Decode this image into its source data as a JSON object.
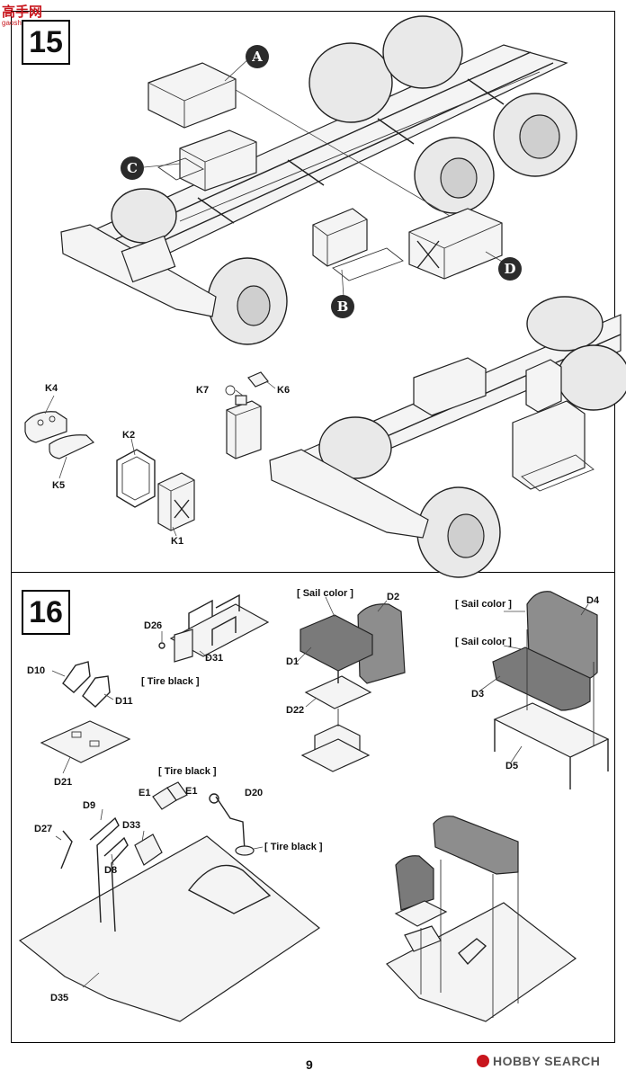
{
  "watermark": {
    "text": "高手网",
    "sub": "gaoshou.net"
  },
  "steps": [
    "15",
    "16"
  ],
  "callouts": [
    "A",
    "B",
    "C",
    "D"
  ],
  "parts15": [
    "K4",
    "K5",
    "K2",
    "K1",
    "K7",
    "K6"
  ],
  "parts16": {
    "d26": "D26",
    "d31": "D31",
    "d10": "D10",
    "d11": "D11",
    "d21": "D21",
    "d1": "D1",
    "d2": "D2",
    "d22": "D22",
    "d3": "D3",
    "d4": "D4",
    "d5": "D5",
    "e1a": "E1",
    "e1b": "E1",
    "d9": "D9",
    "d8": "D8",
    "d27": "D27",
    "d33": "D33",
    "d20": "D20",
    "d35": "D35"
  },
  "notes": {
    "tire_black": "[ Tire black ]",
    "sail_color": "[ Sail color ]"
  },
  "page_number": "9",
  "credit": "HOBBY SEARCH"
}
